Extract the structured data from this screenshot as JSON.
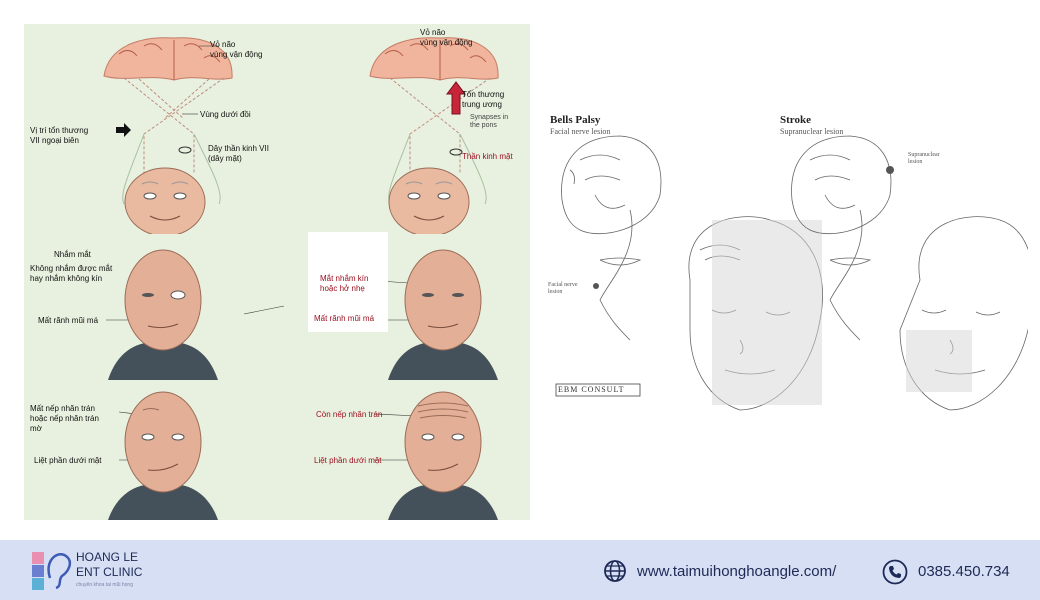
{
  "left_figure": {
    "top_left": {
      "cortex": "Vỏ não\nvùng vận động",
      "subcortex": "Vùng dưới đồi",
      "lesion": "Vị trí tổn thương\nVII ngoại biên",
      "nerve": "Dây thần kinh VII\n(dây mặt)"
    },
    "top_right": {
      "cortex": "Vỏ não\nvùng vận động",
      "lesion": "Tổn thương\ntrung ương",
      "synapses": "Synapses in\nthe pons",
      "nerve": "Thần kinh mặt"
    },
    "mid_left": {
      "close_eyes": "Nhắm mắt",
      "cannot_close": "Không nhắm được mắt\nhay nhắm không kín",
      "nasolabial": "Mất rãnh mũi má"
    },
    "mid_right": {
      "closed": "Mắt nhắm kín\nhoặc hở nhẹ",
      "nasolabial": "Mất rãnh mũi má"
    },
    "bottom_left": {
      "forehead": "Mất nếp nhăn trán\nhoặc nếp nhăn trán\nmờ",
      "lower_face": "Liệt phần dưới mặt"
    },
    "bottom_right": {
      "forehead": "Còn nếp nhăn trán",
      "lower_face": "Liệt phần dưới mặt"
    }
  },
  "right_figure": {
    "left_title": "Bells Palsy",
    "left_subtitle": "Facial nerve lesion",
    "left_label": "Facial nerve\nlesion",
    "right_title": "Stroke",
    "right_subtitle": "Supranuclear lesion",
    "right_label": "Supranuclear\nlesion",
    "logo": "EBM CONSULT"
  },
  "footer": {
    "clinic_line1": "HOANG LE",
    "clinic_line2": "ENT CLINIC",
    "tagline": "chuyên khoa tai mũi họng",
    "website": "www.taimuihonghoangle.com/",
    "phone": "0385.450.734"
  },
  "colors": {
    "panel_bg": "#e8f1df",
    "accent_red": "#9b1020",
    "footer_bg": "#d7dff4",
    "footer_text": "#1d2a56"
  }
}
